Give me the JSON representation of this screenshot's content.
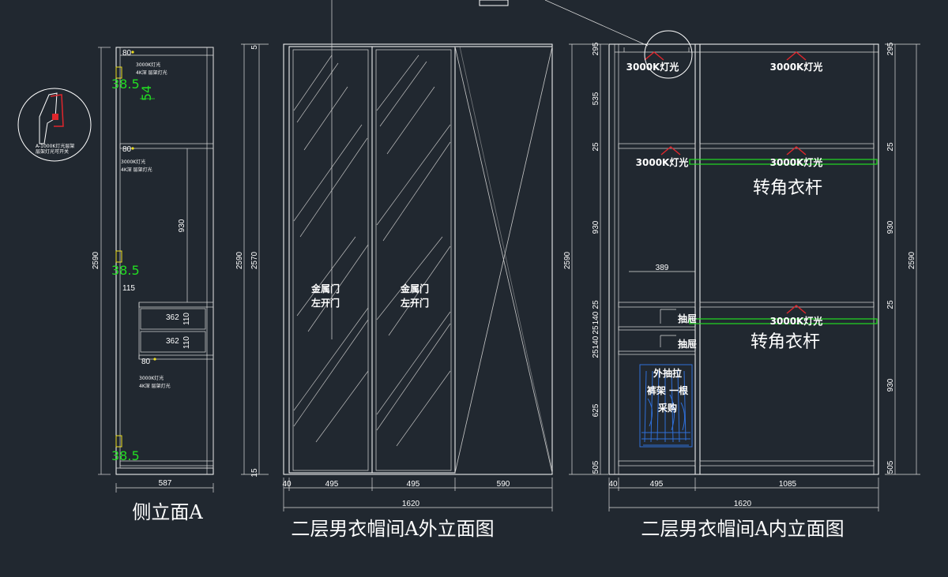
{
  "titles": {
    "side": "侧立面A",
    "outer": "二层男衣帽间A外立面图",
    "inner": "二层男衣帽间A内立面图"
  },
  "side": {
    "height_total": "2590",
    "width": "587",
    "dim_930": "930",
    "dim_115": "115",
    "dim_362_a": "362",
    "dim_362_b": "362",
    "dim_110_a": "110",
    "dim_110_b": "110",
    "dim_80_a": "80",
    "dim_80_b": "80",
    "dim_80_c": "80",
    "green_a": "38.5",
    "green_b": "54",
    "green_c": "38.5",
    "green_d": "38.5",
    "note1_l1": "3000K灯光",
    "note1_l2": "4K深  层架灯光",
    "note2_l1": "3000K灯光",
    "note2_l2": "4K深  层架灯光",
    "note3_l1": "3000K灯光",
    "note3_l2": "4K深  层架灯光",
    "detail_l1": "A-1000K灯光层架",
    "detail_l2": "层架灯光可开关"
  },
  "outer": {
    "h1": "2590",
    "h2": "2570",
    "top": "5",
    "bottom": "15",
    "w_40": "40",
    "w_495a": "495",
    "w_495b": "495",
    "w_590": "590",
    "total": "1620",
    "door1_l1": "金属门",
    "door1_l2": "左开门",
    "door2_l1": "金属门",
    "door2_l2": "左开门"
  },
  "inner": {
    "left_dims": [
      "295",
      "535",
      "25",
      "930",
      "25",
      "140",
      "25",
      "140",
      "25",
      "625",
      "505"
    ],
    "right_dims": [
      "295",
      "25",
      "930",
      "25",
      "930",
      "505"
    ],
    "total_h_left": "2590",
    "total_h_right": "2590",
    "w_40": "40",
    "w_495": "495",
    "w_1085": "1085",
    "total": "1620",
    "dim_389": "389",
    "light1": "3000K灯光",
    "light2": "3000K灯光",
    "light3": "3000K灯光",
    "light4": "3000K灯光",
    "light5": "3000K灯光",
    "rod1": "转角衣杆",
    "rod2": "转角衣杆",
    "drawer1": "抽屉",
    "drawer2": "抽屉",
    "pullout_l1": "外抽拉",
    "pullout_l2": "裤架 一根",
    "pullout_l3": "采购"
  },
  "colors": {
    "background": "#212830",
    "line": "#ffffff",
    "green": "#22dd22",
    "red": "#e0262c",
    "yellow": "#f0e020",
    "blue": "#2f6fd8"
  }
}
